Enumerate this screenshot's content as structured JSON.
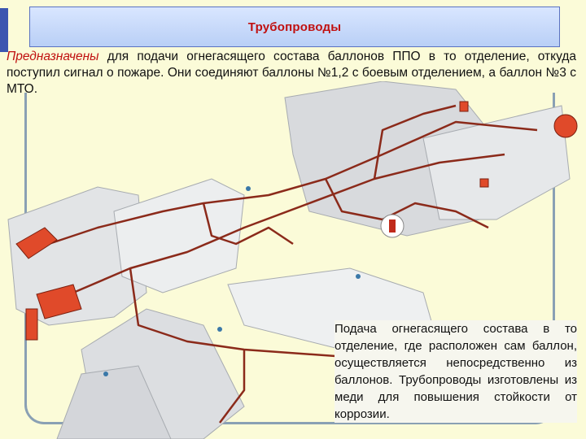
{
  "title": "Трубопроводы",
  "intro": {
    "accent": "Предназначены",
    "rest": " для подачи огнегасящего состава баллонов ППО в то отделение, откуда поступил сигнал о пожаре. Они соединяют баллоны №1,2 с боевым отделением, а баллон №3 с МТО."
  },
  "note": "Подача огнегасящего состава в то отделение, где расположен сам баллон, осуществляется непосредственно из баллонов. Трубопроводы изготовлены из меди для повышения стойкости от коррозии.",
  "colors": {
    "title_text": "#c01010",
    "pipe": "#8b2a1a",
    "extinguisher": "#e04a2a",
    "hull": "#e2e4e6"
  }
}
